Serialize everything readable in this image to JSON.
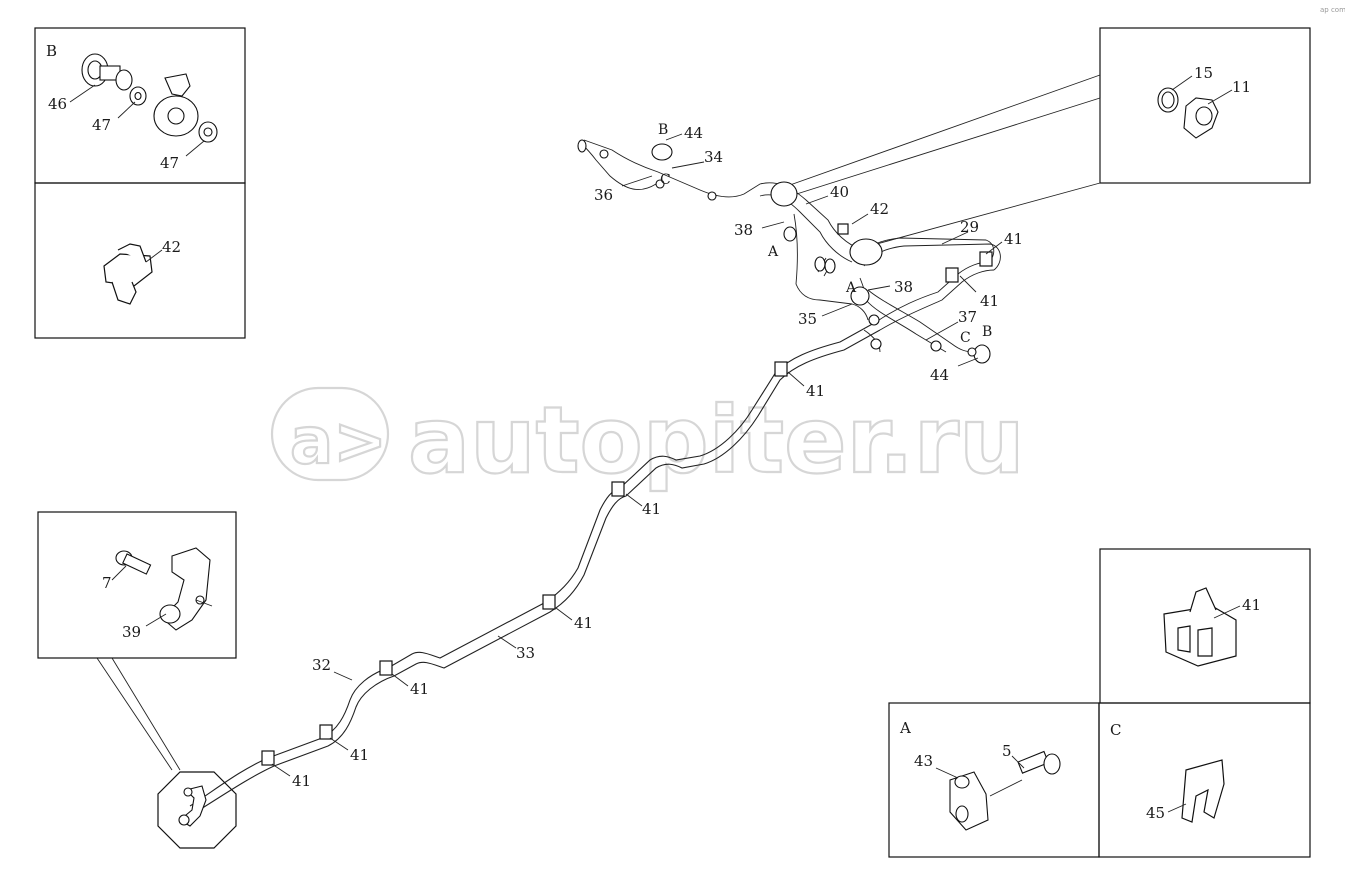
{
  "watermark": {
    "text": "autopiter.ru",
    "glyph": "a>"
  },
  "corner_mark": "ap com",
  "detail_boxes": {
    "B": {
      "title": "B",
      "callouts": [
        "46",
        "47",
        "47"
      ]
    },
    "clip_42": {
      "callouts": [
        "42"
      ]
    },
    "nut": {
      "callouts": [
        "15",
        "11"
      ]
    },
    "bracket": {
      "callouts": [
        "7",
        "39"
      ]
    },
    "clip_41": {
      "callouts": [
        "41"
      ]
    },
    "A": {
      "title": "A",
      "callouts": [
        "43",
        "5"
      ]
    },
    "C": {
      "title": "C",
      "callouts": [
        "45"
      ]
    }
  },
  "main_callouts": {
    "top_left": [
      "B",
      "44",
      "C",
      "34",
      "36",
      "40",
      "42",
      "38",
      "A"
    ],
    "center": [
      "29",
      "41",
      "41",
      "A",
      "38",
      "35",
      "37",
      "C",
      "B",
      "44"
    ],
    "along_line": [
      "41",
      "41",
      "41",
      "33",
      "32",
      "41",
      "41",
      "41"
    ]
  }
}
